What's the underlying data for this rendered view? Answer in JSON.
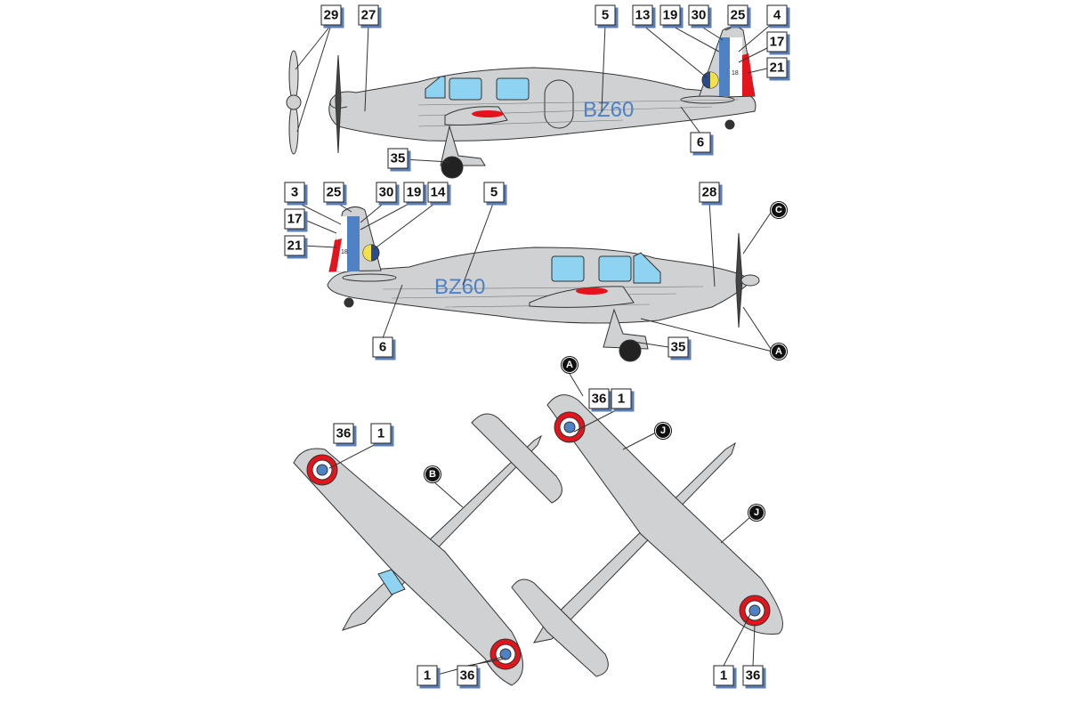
{
  "colors": {
    "aircraft_grey": "#cfd1d3",
    "glazing": "#8fd3f2",
    "french_blue": "#4f82c4",
    "french_red": "#e3141b",
    "callout_shadow": "#5b7fb5"
  },
  "registration": "BZ60",
  "tail_number": "18",
  "side_view_top": {
    "callouts": [
      "29",
      "27",
      "5",
      "13",
      "19",
      "30",
      "25",
      "4",
      "17",
      "21",
      "6",
      "35"
    ]
  },
  "side_view_bottom": {
    "callouts": [
      "3",
      "25",
      "30",
      "19",
      "14",
      "5",
      "28",
      "17",
      "21",
      "6",
      "35"
    ],
    "letters": [
      "C",
      "A"
    ]
  },
  "plan_view_left": {
    "callouts": [
      "36",
      "1",
      "1",
      "36"
    ],
    "letters": [
      "B"
    ]
  },
  "plan_view_right": {
    "callouts": [
      "36",
      "1",
      "1",
      "36"
    ],
    "letters": [
      "A",
      "J",
      "J"
    ]
  }
}
